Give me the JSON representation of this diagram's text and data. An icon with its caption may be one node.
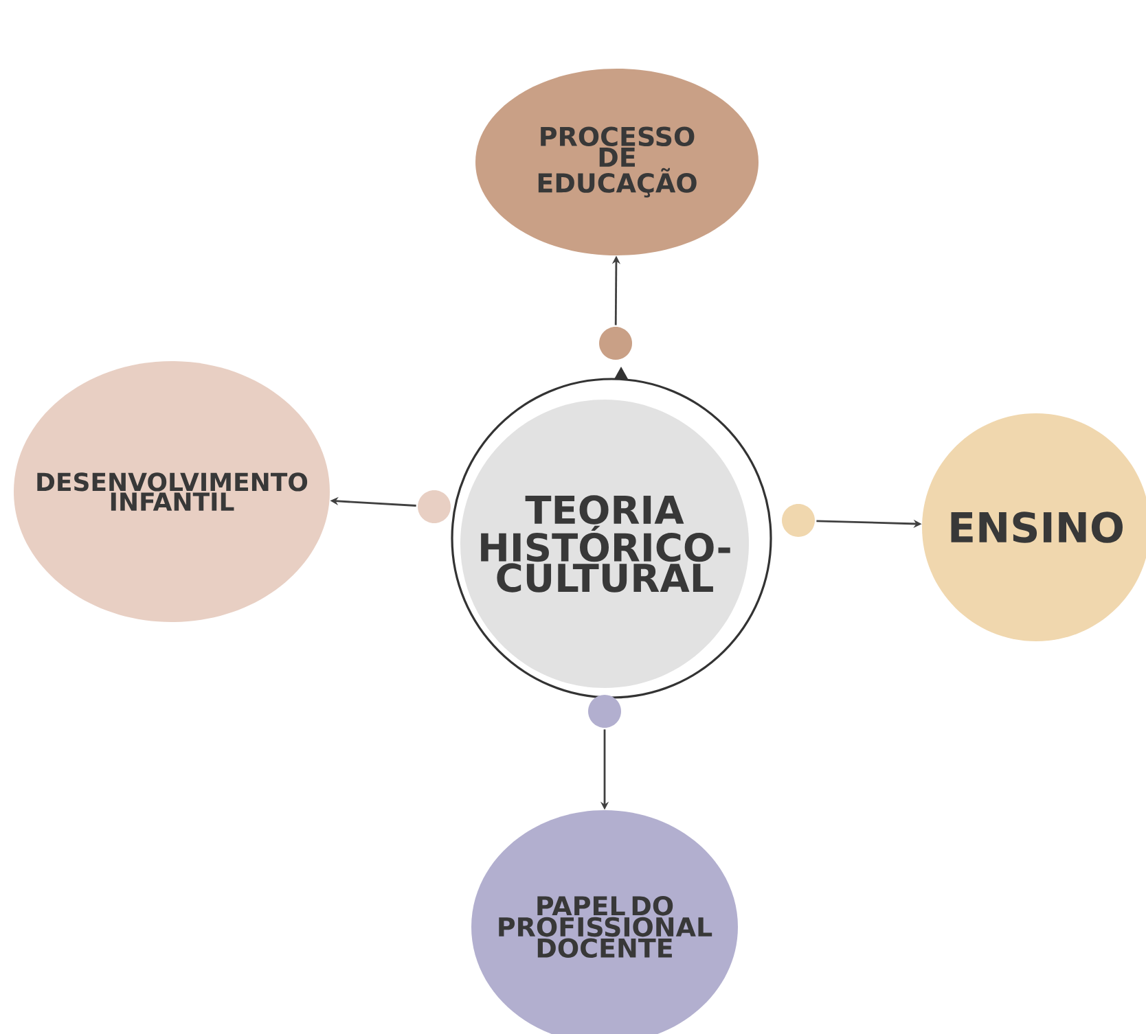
{
  "diagram": {
    "nodes": [
      {
        "text": [
          "PROCESSO DE EDUCAÇÃO"
        ]
      },
      {
        "text": [],
        "shape": "circle"
      },
      {
        "text": [
          "DESENVOLVIMENTO INFANTIL"
        ]
      },
      {
        "text": [],
        "shape": "circle"
      },
      {
        "text": [
          "TEORIA HISTÓRICO-CULTURAL"
        ]
      },
      {
        "text": [],
        "shape": "circle"
      },
      {
        "text": [
          "ENSINO"
        ]
      },
      {
        "text": [],
        "shape": "circle"
      },
      {
        "text": [
          "PAPEL DO PROFISSIONAL DOCENTE"
        ]
      }
    ],
    "edges": [
      {
        "from": 1,
        "to": 0,
        "arrow": "to"
      },
      {
        "from": 3,
        "to": 2,
        "arrow": "to"
      },
      {
        "from": 5,
        "to": 6,
        "arrow": "to"
      },
      {
        "from": 7,
        "to": 8,
        "arrow": "to"
      }
    ]
  }
}
